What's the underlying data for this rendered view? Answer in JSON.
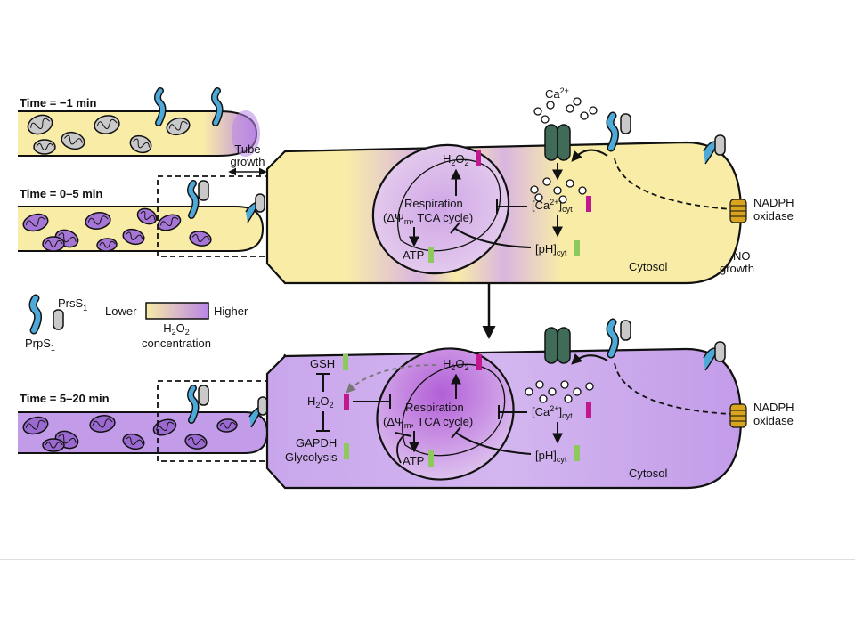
{
  "colors": {
    "low": "#f8eca7",
    "high": "#b986e6",
    "mid": "#d9b6e0",
    "outline": "#111111",
    "receptor": "#4da9d8",
    "ligand": "#c9c9c9",
    "channel": "#3f6b58",
    "oxidase": "#d9a520",
    "up_arrow": "#c2188f",
    "down_arrow": "#8dc95d"
  },
  "timepoints": {
    "t1": "Time = −1 min",
    "t2": "Time = 0–5 min",
    "t3": "Time = 5–20 min"
  },
  "tube_growth": {
    "line1": "Tube",
    "line2": "growth"
  },
  "legend": {
    "prss1": "PrsS",
    "prss1_sub": "1",
    "prps1": "PrpS",
    "prps1_sub": "1",
    "lower": "Lower",
    "higher": "Higher",
    "h2o2_label": "H",
    "conc_label": "concentration"
  },
  "top_panel": {
    "ca_label": "Ca",
    "ca_sup": "2+",
    "h2o2": "H",
    "respiration": "Respiration",
    "respiration_sub_a": "(ΔΨ",
    "respiration_sub_m": "m",
    "respiration_sub_b": ", TCA cycle)",
    "atp": "ATP",
    "ca_cyt_a": "[Ca",
    "ca_cyt_sup": "2+",
    "ca_cyt_b": "]",
    "cyt": "cyt",
    "ph_cyt": "[pH]",
    "cytosol": "Cytosol",
    "nadph1": "NADPH",
    "nadph2": "oxidase",
    "no_growth1": "NO",
    "no_growth2": "growth"
  },
  "bottom_panel": {
    "gsh": "GSH",
    "h2o2": "H",
    "gapdh": "GAPDH",
    "glycolysis": "Glycolysis",
    "h2o2_mito": "H",
    "respiration": "Respiration",
    "respiration_sub_a": "(ΔΨ",
    "respiration_sub_m": "m",
    "respiration_sub_b": ", TCA cycle)",
    "atp": "ATP",
    "ca_cyt_a": "[Ca",
    "ca_cyt_sup": "2+",
    "ca_cyt_b": "]",
    "cyt": "cyt",
    "ph_cyt": "[pH]",
    "cytosol": "Cytosol",
    "nadph1": "NADPH",
    "nadph2": "oxidase"
  }
}
